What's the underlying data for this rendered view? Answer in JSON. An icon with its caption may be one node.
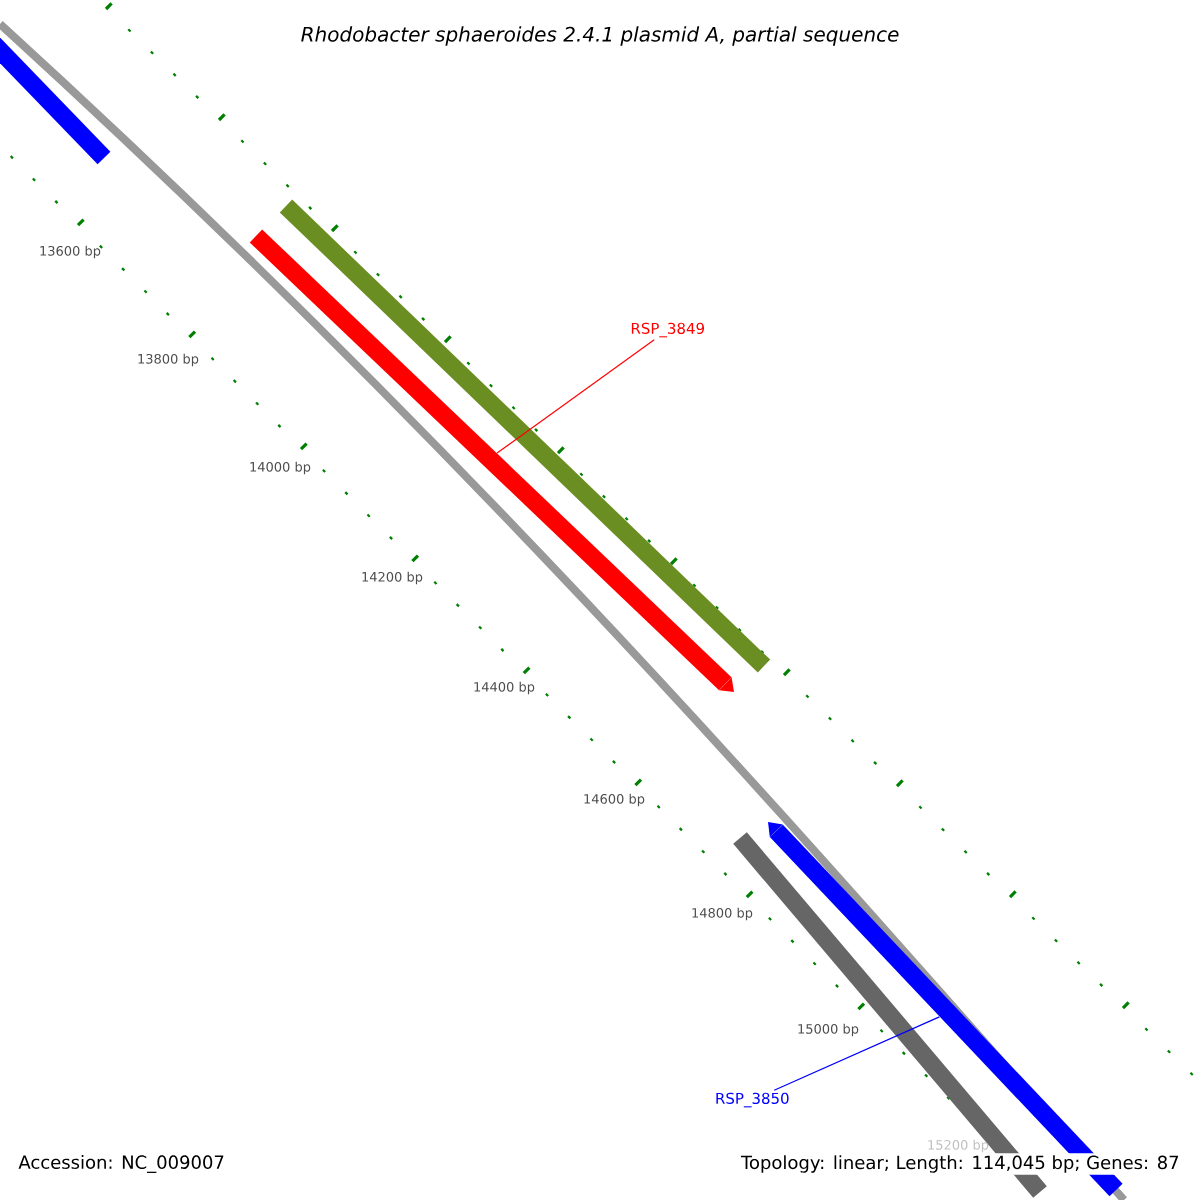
{
  "diagram": {
    "title": "Rhodobacter sphaeroides 2.4.1 plasmid A, partial sequence",
    "nodes": [
      {
        "text": [
          "RSP_3849"
        ]
      },
      {
        "text": [],
        "shape": "bar"
      },
      {
        "text": [
          "RSP_3850"
        ]
      },
      {
        "text": [],
        "shape": "bar"
      }
    ],
    "edges": [
      {
        "from": 0,
        "to": 1,
        "arrow": "none",
        "color": "#ff0000"
      },
      {
        "from": 2,
        "to": 3,
        "arrow": "none",
        "color": "#0000ff"
      }
    ],
    "labels": [
      "13600 bp",
      "13800 bp",
      "14000 bp",
      "14200 bp",
      "14400 bp",
      "14600 bp",
      "14800 bp",
      "15000 bp",
      "15200 bp",
      "Accession: NC_009007",
      "Topology: linear; Length: 114,045 bp; Genes: 87"
    ]
  }
}
